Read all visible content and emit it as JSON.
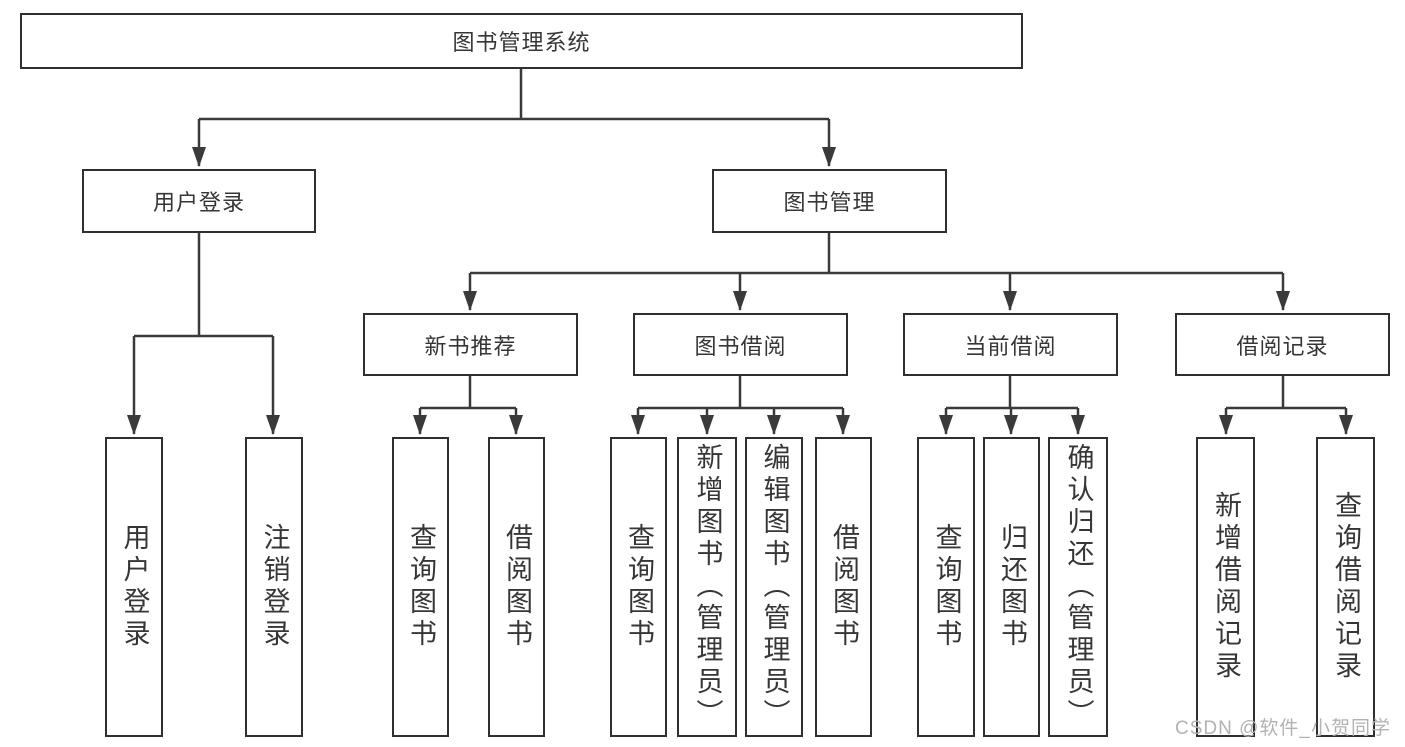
{
  "tree": {
    "root": {
      "label": "图书管理系统"
    },
    "branches": [
      {
        "label": "用户登录",
        "children": [
          {
            "label": "用户登录"
          },
          {
            "label": "注销登录"
          }
        ]
      },
      {
        "label": "图书管理",
        "sections": [
          {
            "label": "新书推荐",
            "children": [
              {
                "label": "查询图书"
              },
              {
                "label": "借阅图书"
              }
            ]
          },
          {
            "label": "图书借阅",
            "children": [
              {
                "label": "查询图书"
              },
              {
                "label": "新增图书（管理员）"
              },
              {
                "label": "编辑图书（管理员）"
              },
              {
                "label": "借阅图书"
              }
            ]
          },
          {
            "label": "当前借阅",
            "children": [
              {
                "label": "查询图书"
              },
              {
                "label": "归还图书"
              },
              {
                "label": "确认归还（管理员）"
              }
            ]
          },
          {
            "label": "借阅记录",
            "children": [
              {
                "label": "新增借阅记录"
              },
              {
                "label": "查询借阅记录"
              }
            ]
          }
        ]
      }
    ]
  },
  "watermark": {
    "text": "CSDN @软件_小贺同学"
  },
  "colors": {
    "line": "#3a3a3a",
    "box_border": "#2f2f2f",
    "text": "#363636",
    "watermark": "#b2b2b2",
    "background": "#ffffff"
  }
}
